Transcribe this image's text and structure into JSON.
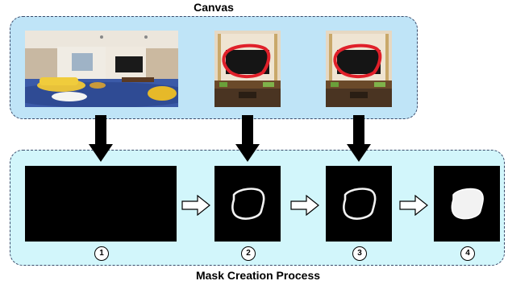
{
  "canvas": {
    "title": "Canvas",
    "images": [
      {
        "name": "panorama-room-image"
      },
      {
        "name": "room-view-with-red-outline"
      },
      {
        "name": "room-view-with-red-outline"
      }
    ]
  },
  "mask_creation": {
    "title": "Mask Creation Process",
    "steps": [
      {
        "number": "1",
        "description_icon": "empty-black-mask"
      },
      {
        "number": "2",
        "description_icon": "outline-mask"
      },
      {
        "number": "3",
        "description_icon": "outline-mask"
      },
      {
        "number": "4",
        "description_icon": "filled-mask"
      }
    ]
  },
  "colors": {
    "canvas_panel": "#bfe4f7",
    "mask_panel": "#d2f6fb",
    "outline_red": "#e0202a",
    "mask_background": "#000000",
    "mask_stroke": "#f2f2f2"
  },
  "icons": {
    "down_arrow": "solid-down-arrow-icon",
    "right_arrow": "hollow-right-arrow-icon"
  }
}
